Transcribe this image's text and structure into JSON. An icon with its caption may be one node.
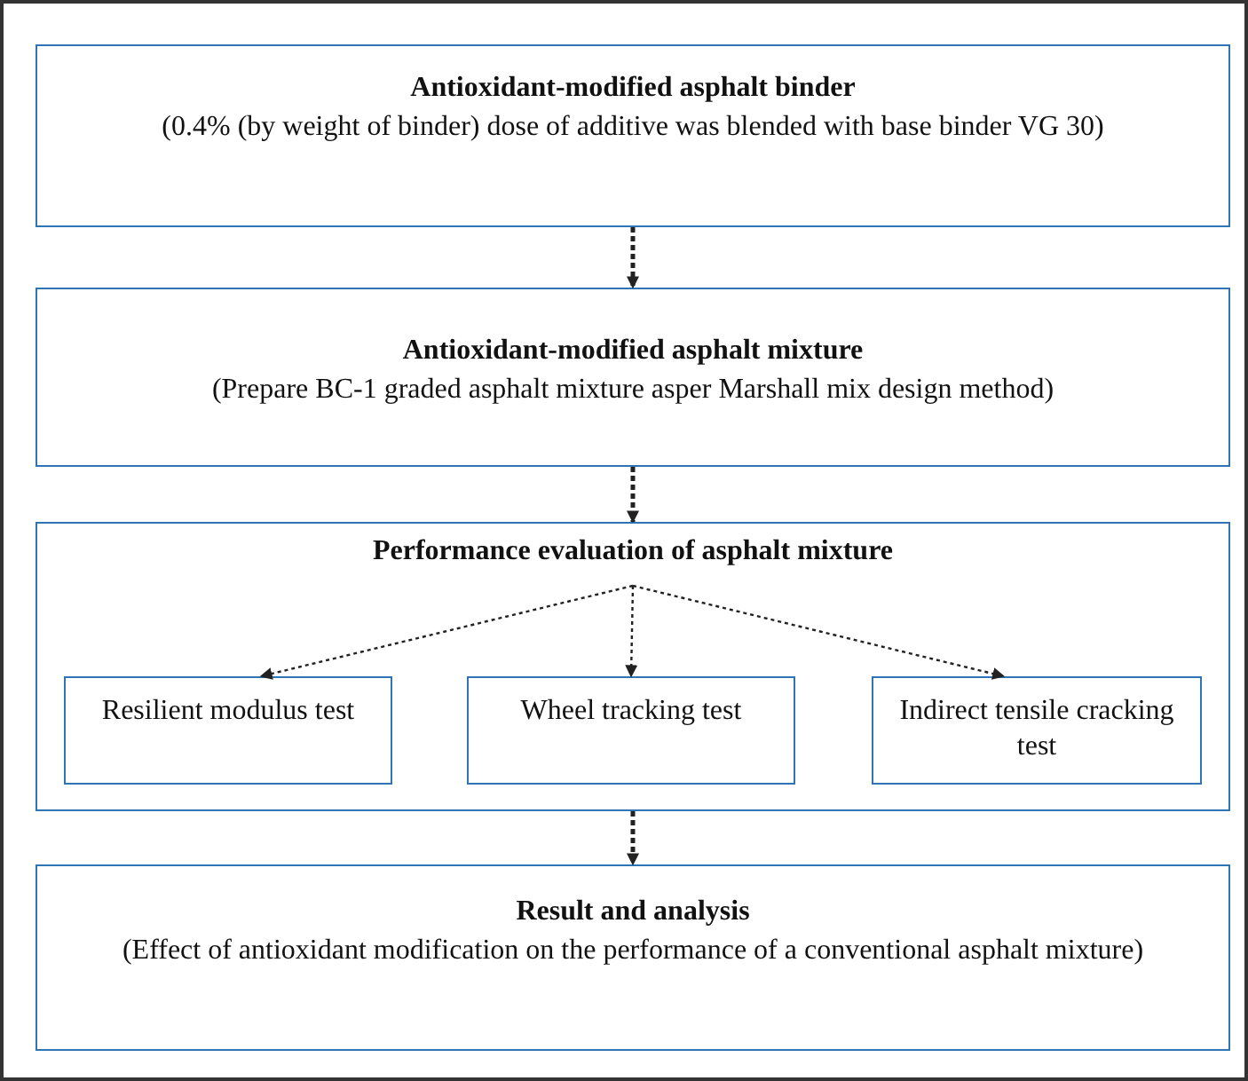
{
  "diagram": {
    "nodes": [
      {
        "text": [
          "Antioxidant-modified asphalt binder",
          "(0.4% (by weight of binder) dose of additive was blended with base binder VG 30)"
        ]
      },
      {
        "text": [
          "Antioxidant-modified asphalt mixture",
          "(Prepare BC-1 graded asphalt mixture asper Marshall mix design method)"
        ]
      },
      {
        "text": [
          "Performance evaluation of asphalt mixture"
        ]
      },
      {
        "text": [
          "Resilient modulus test"
        ],
        "in": 2
      },
      {
        "text": [
          "Wheel tracking test"
        ],
        "in": 2
      },
      {
        "text": [
          "Indirect tensile cracking test"
        ],
        "in": 2
      },
      {
        "text": [
          "Result and analysis",
          "(Effect of antioxidant modification on the performance of a conventional asphalt mixture)"
        ]
      }
    ],
    "edges": [
      {
        "from": 0,
        "to": 1,
        "arrow": "to",
        "style": "dashed"
      },
      {
        "from": 1,
        "to": 2,
        "arrow": "to",
        "style": "dashed"
      },
      {
        "from": 2,
        "to": 3,
        "arrow": "to",
        "style": "dashed"
      },
      {
        "from": 2,
        "to": 4,
        "arrow": "to",
        "style": "dashed"
      },
      {
        "from": 2,
        "to": 5,
        "arrow": "to",
        "style": "dashed"
      },
      {
        "from": 2,
        "to": 6,
        "arrow": "to",
        "style": "dashed"
      }
    ]
  }
}
